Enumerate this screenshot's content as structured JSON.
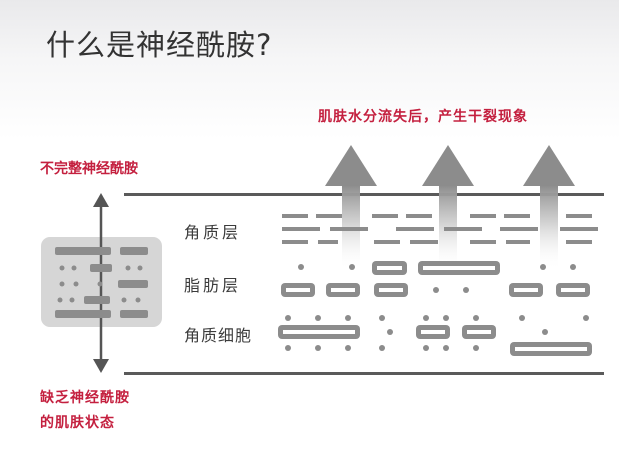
{
  "title": "什么是神经酰胺?",
  "top_annotation": "肌肤水分流失后，产生干裂现象",
  "incomplete_label": "不完整神经酰胺",
  "lack_label_line1": "缺乏神经酰胺",
  "lack_label_line2": "的肌肤状态",
  "layers": {
    "stratum_corneum": "角质层",
    "sebum_layer": "脂肪层",
    "corneocytes": "角质细胞"
  },
  "colors": {
    "accent_red": "#c4203f",
    "element_gray": "#8a8a8a",
    "divider": "#5a5a5a",
    "inset_bg": "#d6d6d6"
  }
}
